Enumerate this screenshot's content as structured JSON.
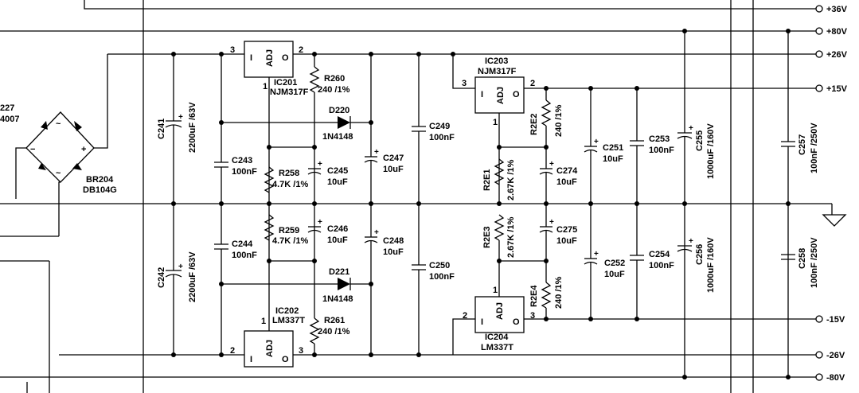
{
  "rails": {
    "r36": "+36V",
    "r80": "+80V",
    "r26": "+26V",
    "r15": "+15V",
    "n15": "-15V",
    "n26": "-26V",
    "n80": "-80V"
  },
  "partial": {
    "p1": "227",
    "p2": "4007"
  },
  "bridge": {
    "name": "BR204",
    "part": "DB104G",
    "tilde": "~",
    "plus": "+",
    "minus": "−"
  },
  "ic201": {
    "name": "IC201",
    "part": "NJM317F",
    "i": "I",
    "adj": "ADJ",
    "o": "O",
    "p3": "3",
    "p2": "2",
    "p1": "1"
  },
  "ic202": {
    "name": "IC202",
    "part": "LM337T",
    "i": "I",
    "adj": "ADJ",
    "o": "O",
    "p2": "2",
    "p3": "3",
    "p1": "1"
  },
  "ic203": {
    "name": "IC203",
    "part": "NJM317F",
    "i": "I",
    "adj": "ADJ",
    "o": "O",
    "p3": "3",
    "p2": "2",
    "p1": "1"
  },
  "ic204": {
    "name": "IC204",
    "part": "LM337T",
    "i": "I",
    "adj": "ADJ",
    "o": "O",
    "p2": "2",
    "p3": "3",
    "p1": "1"
  },
  "parts": {
    "c241": "C241",
    "c241v": "2200uF /63V",
    "c242": "C242",
    "c242v": "2200uF /63V",
    "c243": "C243",
    "c243v": "100nF",
    "c244": "C244",
    "c244v": "100nF",
    "r258": "R258",
    "r258v": "4.7K /1%",
    "r259": "R259",
    "r259v": "4.7K /1%",
    "c245": "C245",
    "c245v": "10uF",
    "c246": "C246",
    "c246v": "10uF",
    "r260": "R260",
    "r260v": "240 /1%",
    "r261": "R261",
    "r261v": "240 /1%",
    "d220": "D220",
    "d220v": "1N4148",
    "d221": "D221",
    "d221v": "1N4148",
    "c247": "C247",
    "c247v": "10uF",
    "c248": "C248",
    "c248v": "10uF",
    "c249": "C249",
    "c249v": "100nF",
    "c250": "C250",
    "c250v": "100nF",
    "r2e2": "R2E2",
    "r2e2v": "240 /1%",
    "r2e1": "R2E1",
    "r2e1v": "2.67K /1%",
    "r2e3": "R2E3",
    "r2e3v": "2.67K /1%",
    "r2e4": "R2E4",
    "r2e4v": "240 /1%",
    "c274": "C274",
    "c274v": "10uF",
    "c275": "C275",
    "c275v": "10uF",
    "c251": "C251",
    "c251v": "10uF",
    "c252": "C252",
    "c252v": "10uF",
    "c253": "C253",
    "c253v": "100nF",
    "c254": "C254",
    "c254v": "100nF",
    "c255": "C255",
    "c255v": "1000uF /160V",
    "c256": "C256",
    "c256v": "1000uF /160V",
    "c257": "C257",
    "c257v": "100nF /250V",
    "c258": "C258",
    "c258v": "100nF /250V"
  },
  "plus": "+"
}
